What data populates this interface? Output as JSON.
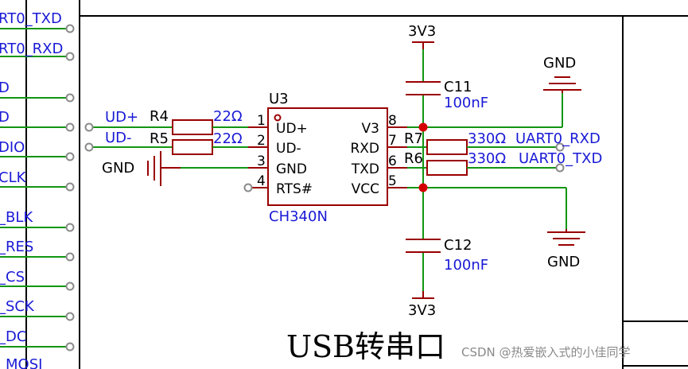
{
  "left_nets": [
    "RT0_TXD",
    "RT0_RXD",
    "D",
    "D",
    "DIO",
    "CLK",
    "_BLK",
    "_RES",
    "_CS",
    "_SCK",
    "_DC",
    "_MOSI"
  ],
  "chip": {
    "ref": "U3",
    "part": "CH340N",
    "pins_left": [
      {
        "num": "1",
        "name": "UD+"
      },
      {
        "num": "2",
        "name": "UD-"
      },
      {
        "num": "3",
        "name": "GND"
      },
      {
        "num": "4",
        "name": "RTS#"
      }
    ],
    "pins_right": [
      {
        "num": "8",
        "name": "V3"
      },
      {
        "num": "7",
        "name": "RXD"
      },
      {
        "num": "6",
        "name": "TXD"
      },
      {
        "num": "5",
        "name": "VCC"
      }
    ]
  },
  "resistors": {
    "r4": {
      "ref": "R4",
      "value": "22Ω"
    },
    "r5": {
      "ref": "R5",
      "value": "22Ω"
    },
    "r7": {
      "ref": "R7",
      "value": "330Ω"
    },
    "r6": {
      "ref": "R6",
      "value": "330Ω"
    }
  },
  "capacitors": {
    "c11": {
      "ref": "C11",
      "value": "100nF"
    },
    "c12": {
      "ref": "C12",
      "value": "100nF"
    }
  },
  "nets": {
    "ud_plus": "UD+",
    "ud_minus": "UD-",
    "gnd_left": "GND",
    "gnd_top": "GND",
    "gnd_bottom": "GND",
    "v3v3_top": "3V3",
    "v3v3_bottom": "3V3",
    "uart_rxd": "UART0_RXD",
    "uart_txd": "UART0_TXD"
  },
  "title": "USB转串口",
  "watermark": "CSDN @热爱嵌入式的小佳同学",
  "colors": {
    "wire": "#129612",
    "component": "#9a0000",
    "label": "#1a1ad6",
    "node": "#d40000",
    "frame": "#000000"
  }
}
